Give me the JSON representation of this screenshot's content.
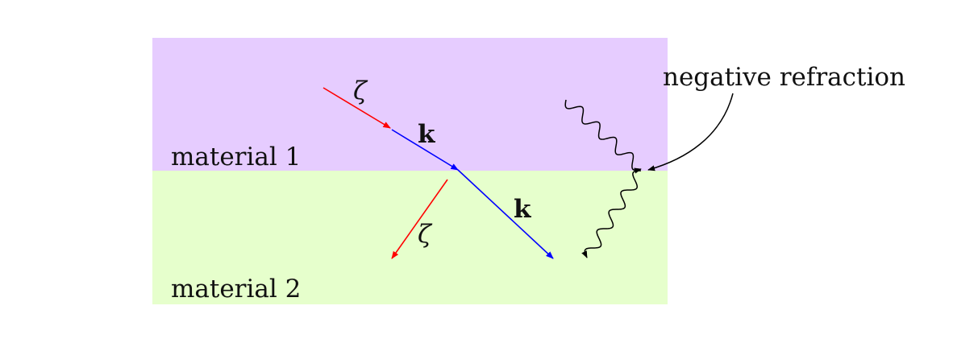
{
  "labels": {
    "material_1": "material 1",
    "material_2": "material 2",
    "negative_refraction": "negative refraction",
    "k_incident": "k",
    "k_refracted": "k",
    "zeta_incident": "ζ",
    "zeta_refracted": "ζ"
  },
  "colors": {
    "material_1_fill": "#e6ccff",
    "material_2_fill": "#e6ffcc",
    "wave_vector": "#0000ff",
    "zeta_vector": "#ff0000",
    "wave_line": "#000000",
    "text": "#111111"
  }
}
